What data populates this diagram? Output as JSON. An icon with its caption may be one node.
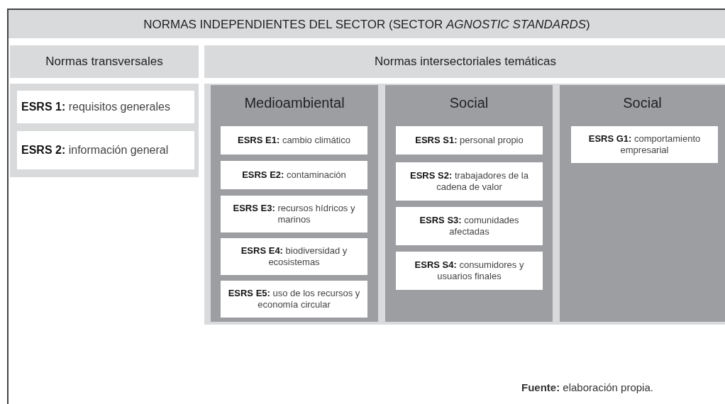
{
  "diagram": {
    "nodes": [
      {
        "text": [
          "NORMAS INDEPENDIENTES DEL SECTOR (SECTOR *AGNOSTIC STANDARDS*)"
        ]
      },
      {
        "text": [
          "Normas transversales"
        ],
        "in": 0
      },
      {
        "text": [
          "**ESRS 1:** requisitos generales"
        ],
        "in": 1
      },
      {
        "text": [
          "**ESRS 2:** información general"
        ],
        "in": 1
      },
      {
        "text": [
          "Normas intersectoriales temáticas"
        ],
        "in": 0
      },
      {
        "text": [
          "Medioambiental"
        ],
        "in": 4
      },
      {
        "text": [
          "**ESRS E1:** cambio climático"
        ],
        "in": 5
      },
      {
        "text": [
          "**ESRS E2:** contaminación"
        ],
        "in": 5
      },
      {
        "text": [
          "**ESRS E3:** recursos hídricos y marinos"
        ],
        "in": 5
      },
      {
        "text": [
          "**ESRS E4:** biodiversidad y ecosistemas"
        ],
        "in": 5
      },
      {
        "text": [
          "**ESRS E5:** uso de los recursos y economía circular"
        ],
        "in": 5
      },
      {
        "text": [
          "Social"
        ],
        "in": 4
      },
      {
        "text": [
          "**ESRS S1:** personal propio"
        ],
        "in": 11
      },
      {
        "text": [
          "**ESRS S2:** trabajadores de la cadena de valor"
        ],
        "in": 11
      },
      {
        "text": [
          "**ESRS S3:** comunidades afectadas"
        ],
        "in": 11
      },
      {
        "text": [
          "**ESRS S4:** consumidores y usuarios finales"
        ],
        "in": 11
      },
      {
        "text": [
          "Social"
        ],
        "in": 4
      },
      {
        "text": [
          "**ESRS G1:** comportamiento empresarial"
        ],
        "in": 16
      }
    ],
    "labels": [
      "**Fuente:** elaboración propia."
    ]
  }
}
